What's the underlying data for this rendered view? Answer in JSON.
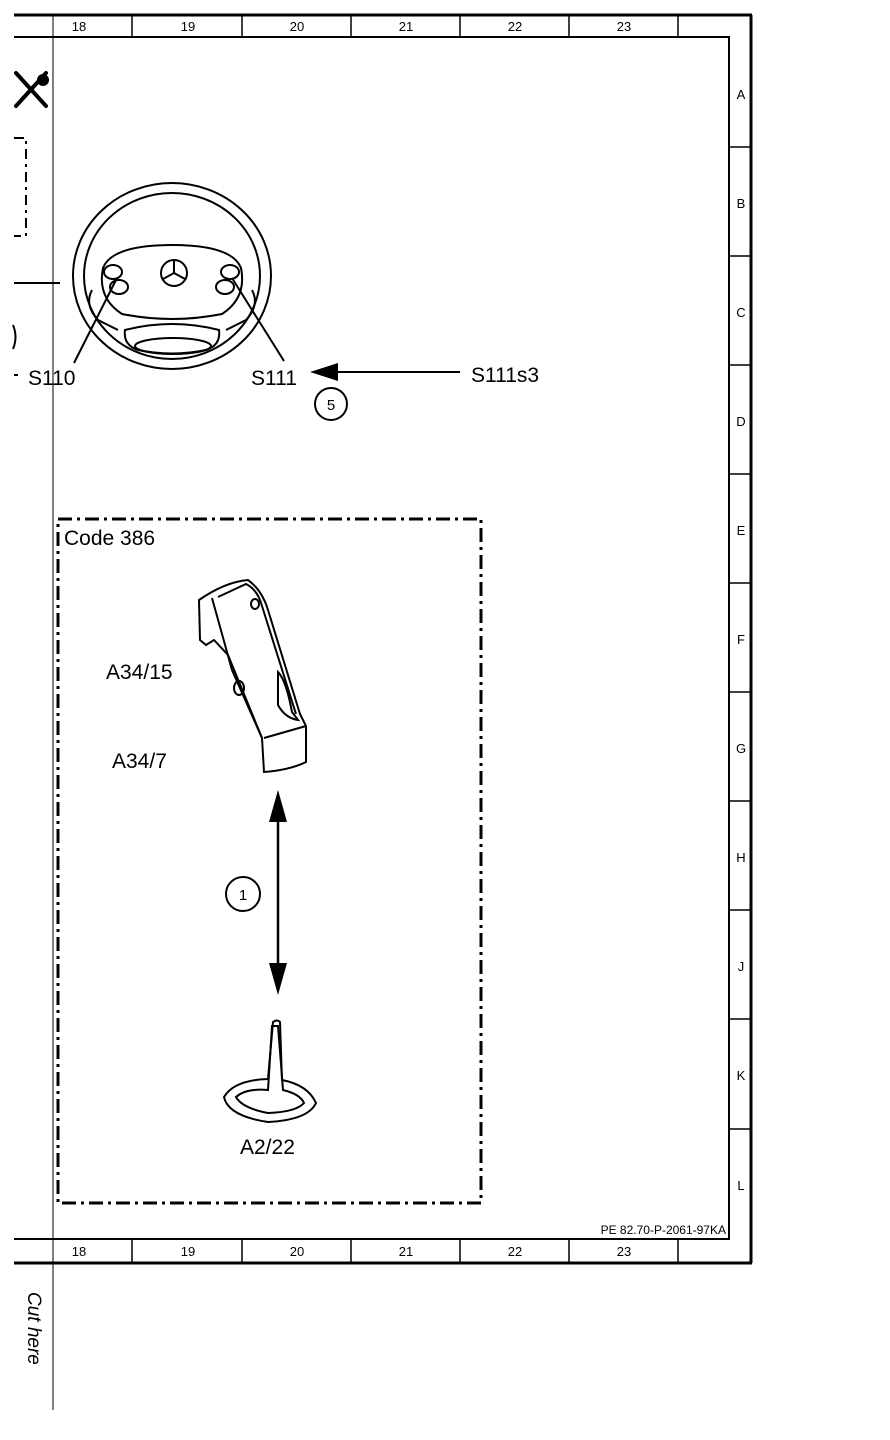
{
  "ruler": {
    "columns": [
      "18",
      "19",
      "20",
      "21",
      "22",
      "23"
    ],
    "rows": [
      "A",
      "B",
      "C",
      "D",
      "E",
      "F",
      "G",
      "H",
      "J",
      "K",
      "L"
    ]
  },
  "labels": {
    "s110": "S110",
    "s111": "S111",
    "s111s3": "S111s3",
    "callout_5": "5",
    "code": "Code 386",
    "a34_15": "A34/15",
    "a34_7": "A34/7",
    "callout_1": "1",
    "a2_22": "A2/22"
  },
  "footer": {
    "drawing_number": "PE 82.70-P-2061-97KA"
  },
  "cut_line": {
    "text": "Cut here"
  }
}
